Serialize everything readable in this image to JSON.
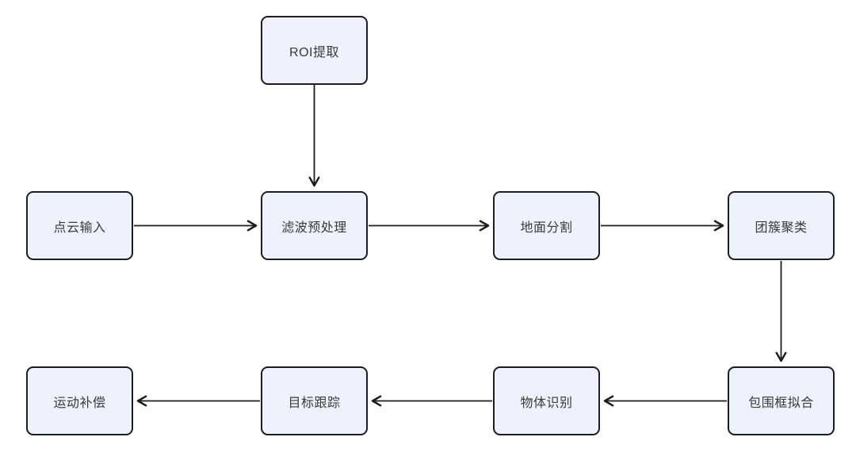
{
  "diagram": {
    "type": "flowchart",
    "colors": {
      "background": "#ffffff",
      "node_fill": "#edf2fc",
      "node_border": "#1d1d1f",
      "arrow": "#1c1c1c",
      "text": "#3a3a3a"
    },
    "nodes": [
      {
        "id": "roi",
        "label": "ROI提取"
      },
      {
        "id": "input",
        "label": "点云输入"
      },
      {
        "id": "filter",
        "label": "滤波预处理"
      },
      {
        "id": "ground",
        "label": "地面分割"
      },
      {
        "id": "cluster",
        "label": "团簇聚类"
      },
      {
        "id": "motion",
        "label": "运动补偿"
      },
      {
        "id": "track",
        "label": "目标跟踪"
      },
      {
        "id": "object",
        "label": "物体识别"
      },
      {
        "id": "bbox",
        "label": "包围框拟合"
      }
    ],
    "edges": [
      {
        "from": "roi",
        "to": "filter",
        "direction": "down"
      },
      {
        "from": "input",
        "to": "filter",
        "direction": "right"
      },
      {
        "from": "filter",
        "to": "ground",
        "direction": "right"
      },
      {
        "from": "ground",
        "to": "cluster",
        "direction": "right"
      },
      {
        "from": "cluster",
        "to": "bbox",
        "direction": "down"
      },
      {
        "from": "bbox",
        "to": "object",
        "direction": "left"
      },
      {
        "from": "object",
        "to": "track",
        "direction": "left"
      },
      {
        "from": "track",
        "to": "motion",
        "direction": "left"
      }
    ]
  }
}
